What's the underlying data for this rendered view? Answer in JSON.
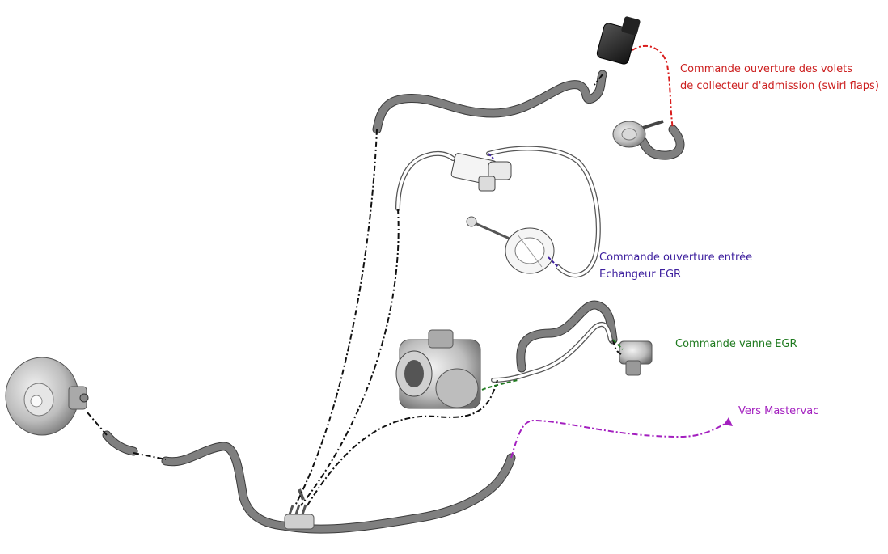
{
  "labels": {
    "swirl_line1": "Commande ouverture  des volets",
    "swirl_line2": "de collecteur d'admission (swirl flaps)",
    "egr_exchanger_line1": "Commande ouverture entrée",
    "egr_exchanger_line2": "Echangeur EGR",
    "egr_valve": "Commande vanne EGR",
    "mastervac": "Vers Mastervac"
  },
  "colors": {
    "swirl": "#cc1f1f",
    "egr_exchanger": "#3d1f9e",
    "egr_valve": "#1f7a1f",
    "mastervac": "#a31fbf",
    "vacuum_line": "#111111"
  }
}
